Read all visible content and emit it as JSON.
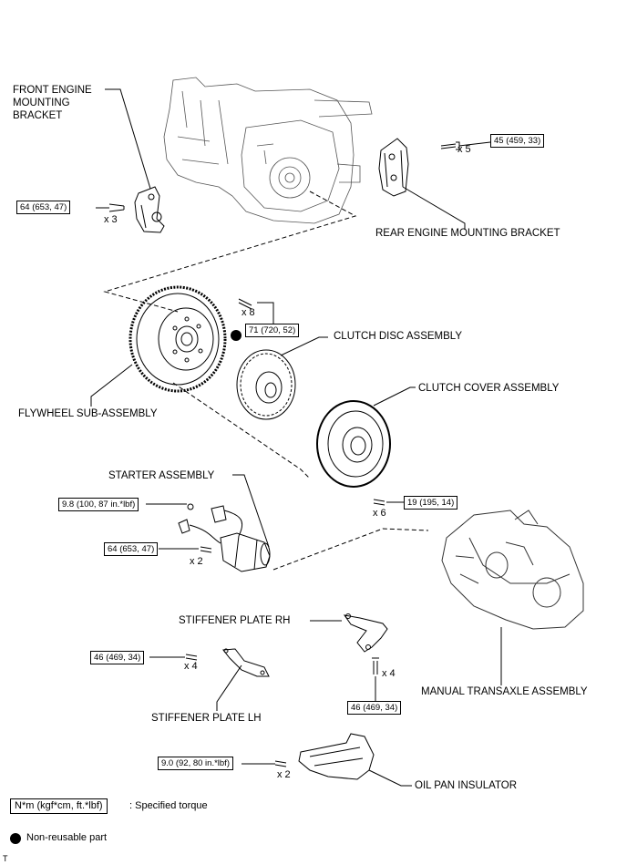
{
  "labels": {
    "front_engine_mounting_bracket": "FRONT ENGINE\nMOUNTING\nBRACKET",
    "rear_engine_mounting_bracket": "REAR ENGINE MOUNTING BRACKET",
    "clutch_disc_assembly": "CLUTCH DISC ASSEMBLY",
    "clutch_cover_assembly": "CLUTCH COVER ASSEMBLY",
    "flywheel_sub_assembly": "FLYWHEEL SUB-ASSEMBLY",
    "starter_assembly": "STARTER ASSEMBLY",
    "stiffener_plate_rh": "STIFFENER PLATE RH",
    "stiffener_plate_lh": "STIFFENER PLATE LH",
    "manual_transaxle_assembly": "MANUAL TRANSAXLE ASSEMBLY",
    "oil_pan_insulator": "OIL PAN INSULATOR"
  },
  "torques": {
    "front_bracket": "64 (653, 47)",
    "rear_bracket": "45 (459, 33)",
    "flywheel": "71 (720, 52)",
    "clutch_cover": "19 (195, 14)",
    "starter_terminal": "9.8 (100, 87 in.*lbf)",
    "starter": "64 (653, 47)",
    "stiffener_lh": "46 (469, 34)",
    "stiffener_rh": "46 (469, 34)",
    "oil_pan_insulator": "9.0 (92, 80 in.*lbf)"
  },
  "quantities": {
    "front_bracket": "x 3",
    "rear_bracket": "x 5",
    "flywheel": "x 8",
    "clutch_cover": "x 6",
    "starter": "x 2",
    "stiffener_lh": "x 4",
    "stiffener_rh": "x 4",
    "oil_pan_insulator": "x 2"
  },
  "legend": {
    "torque_unit": "N*m (kgf*cm, ft.*lbf)",
    "torque_desc": ": Specified torque",
    "non_reusable": "Non-reusable part"
  },
  "corner_mark": "T"
}
